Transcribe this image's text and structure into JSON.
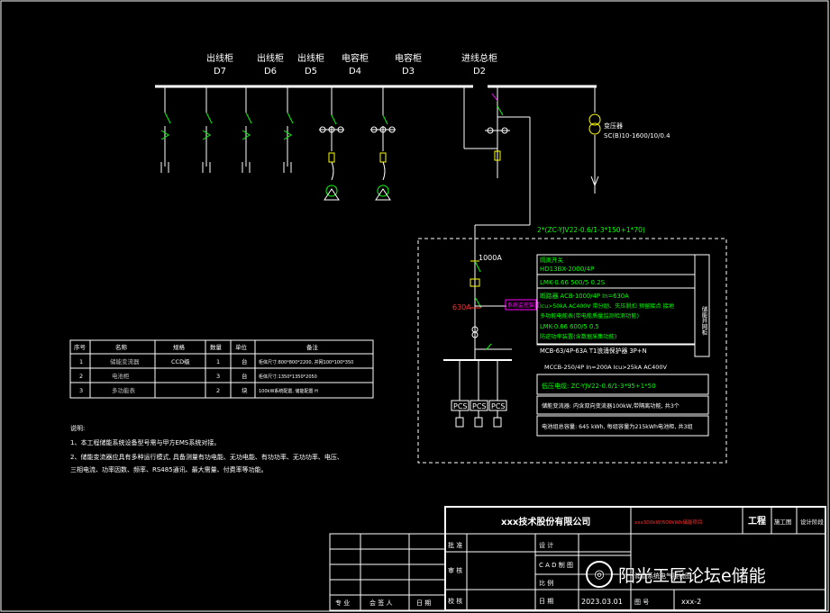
{
  "colors": {
    "background": "#000000",
    "line": "#ffffff",
    "green": "#00ff00",
    "yellow": "#ffff00",
    "red": "#ff3030",
    "magenta": "#ff00ff",
    "grey": "#bfbfbf"
  },
  "cabinets": [
    {
      "name": "出线柜",
      "code": "D7"
    },
    {
      "name": "出线柜",
      "code": "D6"
    },
    {
      "name": "出线柜",
      "code": "D5"
    },
    {
      "name": "电容柜",
      "code": "D4"
    },
    {
      "name": "电容柜",
      "code": "D3"
    },
    {
      "name": "进线总柜",
      "code": "D2"
    }
  ],
  "transformer": {
    "line1": "变压器",
    "line2": "SC(B)10-1600/10/0.4"
  },
  "cable_top": "2*(ZC-YJV22-0.6/1-3*150+1*70)",
  "breaker_1000": "1000A",
  "breaker_630": "630A",
  "magenta_box": "系统监控装置",
  "ess_list": {
    "l1": "隔离开关",
    "l2": "HD13BX-2000/4P",
    "l3": "LMK-0.66 500/5 0.2S",
    "l4": "断路器 ACB-1000/4P In=630A",
    "l5": "Icu>50kA AC400V 带分励、失压脱扣 预留接点 接地",
    "l6": "多功能电能表(带电能质量监测检测功能)",
    "l7": "LMK-0.66 600/5 0.5",
    "l8": "防逆功率装置(含数据采集功能)",
    "l9": "MCB-63/4P-63A T1浪涌保护器 3P+N",
    "l10": "MCCB-250/4P In=200A Icu>25kA AC400V",
    "side": "储能并网柜"
  },
  "ess_cable": "低压电缆: ZC-YJV22-0.6/1-3*95+1*50",
  "ess_pcs_note": "储能变流器: 内含双向变流器100kW,带隔离功能, 共3个",
  "ess_battery_note": "电池组总容量: 645 kWh, 每组容量为215kWh电池柜, 共3组",
  "pcs_labels": [
    "PCS",
    "PCS",
    "PCS"
  ],
  "table": {
    "headers": [
      "序号",
      "名称",
      "规格",
      "数量",
      "单位",
      "备注"
    ],
    "rows": [
      [
        "1",
        "储能变流器",
        "CCD级",
        "1",
        "台",
        "柜体尺寸:800*800*2200, 并网100*100*350"
      ],
      [
        "2",
        "电池柜",
        "",
        "3",
        "台",
        "柜体尺寸:1350*1350*2050"
      ],
      [
        "3",
        "多功能表",
        "",
        "2",
        "块",
        "100kW系统配置, 储能配置 H"
      ]
    ]
  },
  "notes": {
    "title": "说明:",
    "lines": [
      "1、本工程储能系统设备型号需与甲方EMS系统对接。",
      "2、储能变流器应具有多种运行模式, 具备测量有功电能、无功电能、有功功率、无功功率、电压、",
      "三相电流、功率因数、频率、RS485通讯、最大需量、付费率等功能。"
    ]
  },
  "titleblock": {
    "company": "xxx技术股份有限公司",
    "project_red": "xxx300kW/600kWh储能项目",
    "project_label": "工程",
    "stage_a": "施工图",
    "stage_b": "设计阶段",
    "r_approve": "批 准",
    "r_design": "设 计",
    "r_review": "审 核",
    "r_cad": "C A D 制 图",
    "r_scale": "比 例",
    "r_check": "校 核",
    "r_date": "日 期",
    "date": "2023.03.01",
    "drawing_no_label": "图 号",
    "drawing_no": "xxx-2",
    "drawing_title": "储能系统电气接线图",
    "sig_major": "专 业",
    "sig_sign": "会 签 人",
    "sig_date": "日 期"
  },
  "watermark": "阳光工匠论坛e储能"
}
